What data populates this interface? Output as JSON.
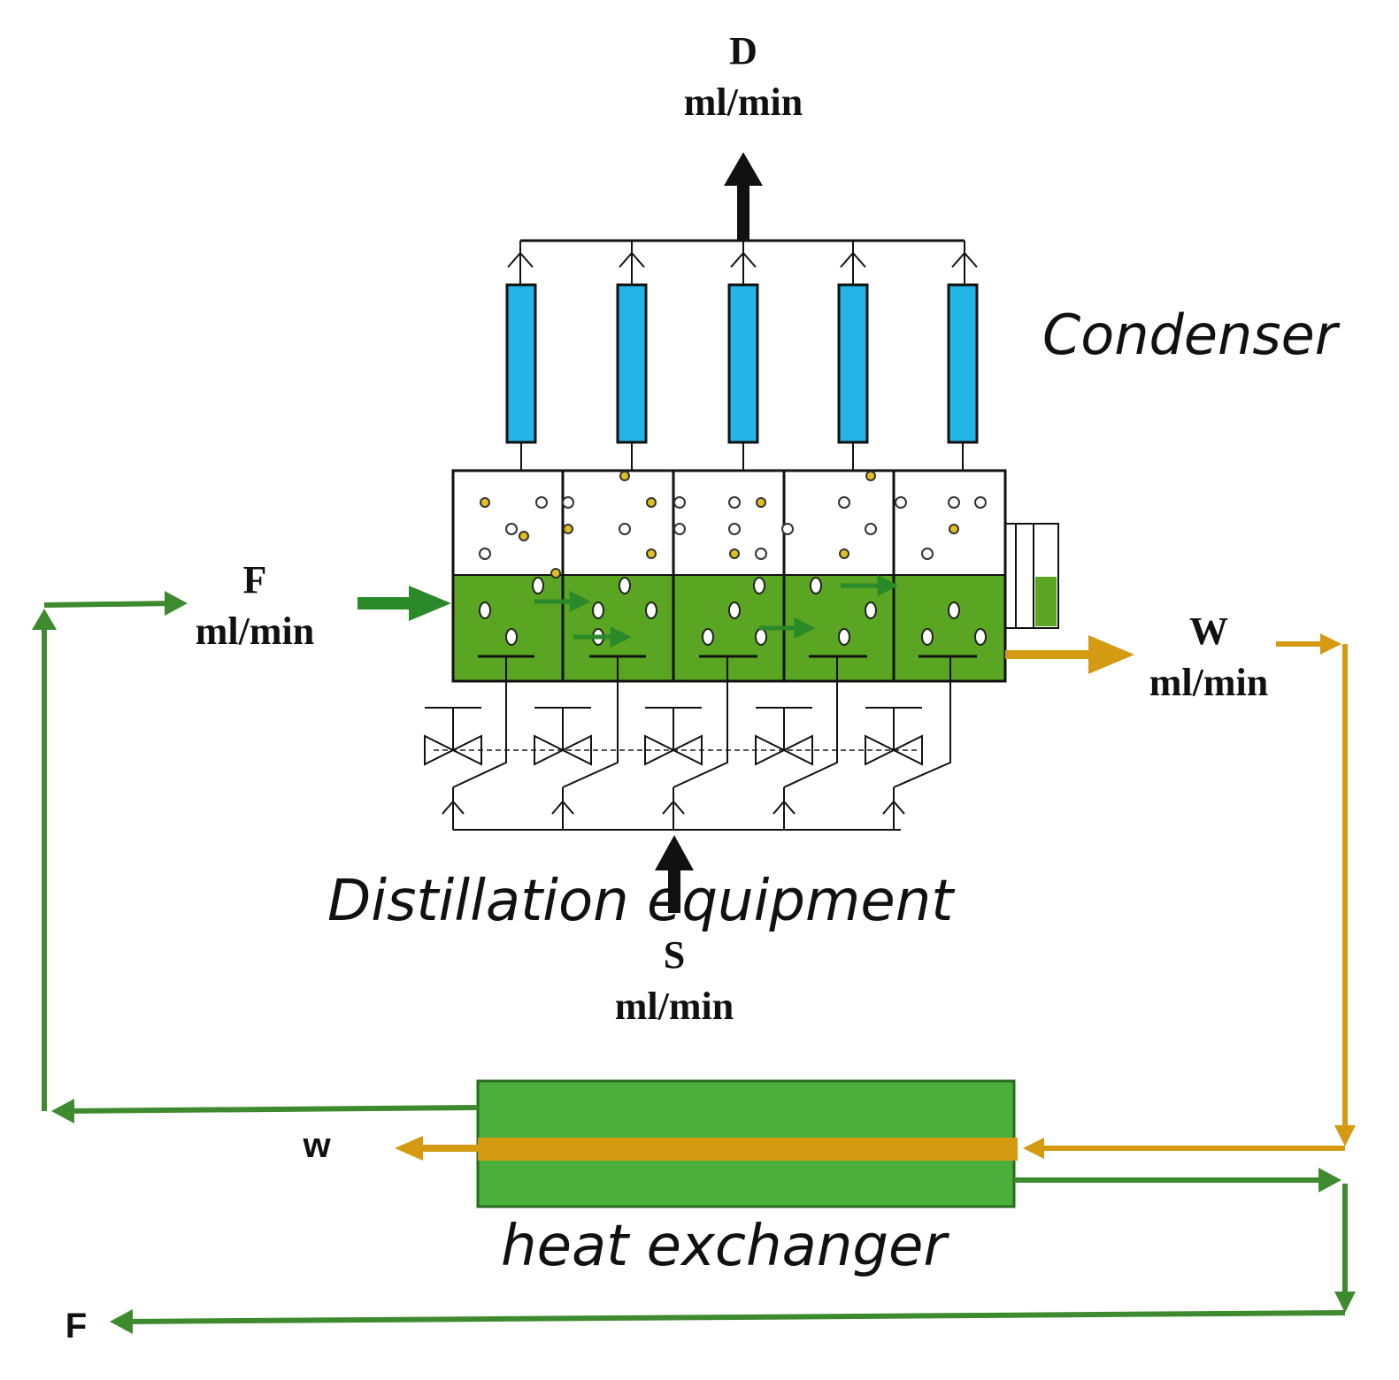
{
  "labels": {
    "distillate_stream": "D",
    "distillate_unit": "ml/min",
    "feed_stream": "F",
    "feed_unit": "ml/min",
    "waste_stream": "W",
    "waste_unit": "ml/min",
    "steam_stream": "S",
    "steam_unit": "ml/min",
    "condenser": "Condenser",
    "distillation_equipment": "Distillation equipment",
    "heat_exchanger": "heat exchanger",
    "waste_out": "w",
    "feed_in": "F"
  },
  "colors": {
    "flow_green": "#3d8b2e",
    "flow_gold": "#d49a12",
    "liquid_green": "#5aa521",
    "hx_green": "#4caf3c",
    "condenser_blue": "#23b5e6",
    "line_black": "#111111"
  },
  "structure": {
    "stages": 5,
    "condensers": 5,
    "valves": 5
  }
}
